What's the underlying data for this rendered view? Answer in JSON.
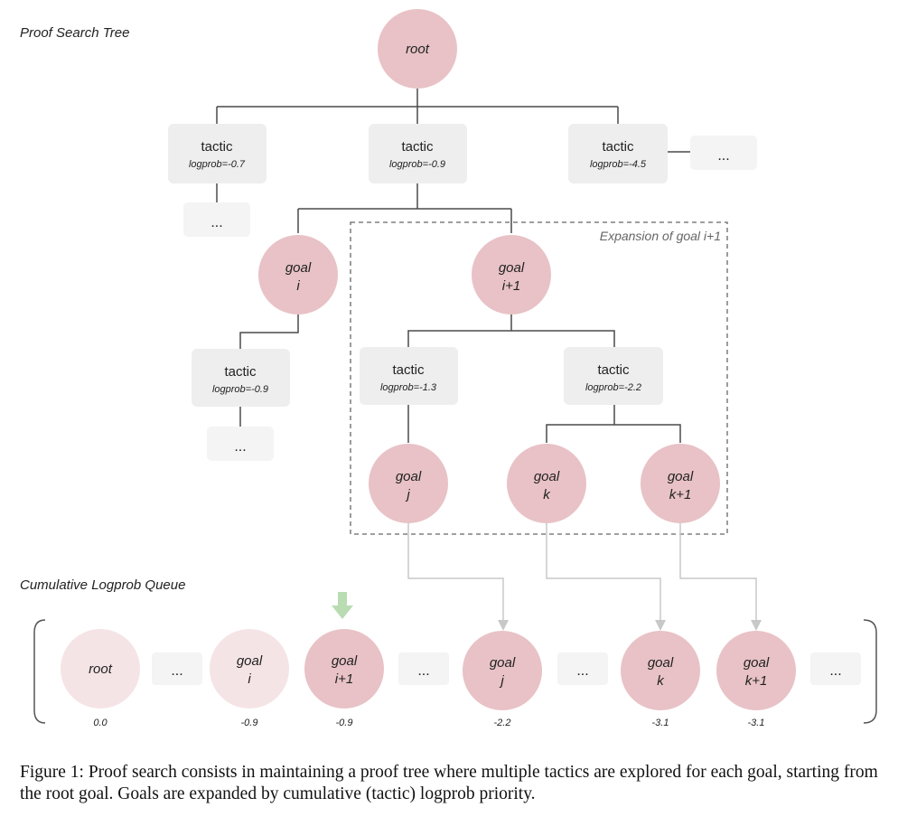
{
  "titles": {
    "tree": "Proof Search Tree",
    "queue": "Cumulative Logprob Queue",
    "expansion_box": "Expansion of goal i+1"
  },
  "tree": {
    "root": "root",
    "tactic_label": "tactic",
    "ellipsis": "...",
    "tactics": {
      "t1": "logprob=-0.7",
      "t2": "logprob=-0.9",
      "t3": "logprob=-4.5",
      "t4": "logprob=-0.9",
      "t5": "logprob=-1.3",
      "t6": "logprob=-2.2"
    },
    "goals": {
      "g_i": [
        "goal",
        "i"
      ],
      "g_i1": [
        "goal",
        "i+1"
      ],
      "g_j": [
        "goal",
        "j"
      ],
      "g_k": [
        "goal",
        "k"
      ],
      "g_k1": [
        "goal",
        "k+1"
      ]
    }
  },
  "queue": {
    "ellipsis": "...",
    "items": [
      {
        "lines": [
          "root"
        ],
        "score": "0.0"
      },
      {
        "lines": [
          "goal",
          "i"
        ],
        "score": "-0.9"
      },
      {
        "lines": [
          "goal",
          "i+1"
        ],
        "score": "-0.9"
      },
      {
        "lines": [
          "goal",
          "j"
        ],
        "score": "-2.2"
      },
      {
        "lines": [
          "goal",
          "k"
        ],
        "score": "-3.1"
      },
      {
        "lines": [
          "goal",
          "k+1"
        ],
        "score": "-3.1"
      }
    ]
  },
  "caption": "Figure 1: Proof search consists in maintaining a proof tree where multiple tactics are explored for each goal, starting from the root goal. Goals are expanded by cumulative (tactic) logprob priority.",
  "colors": {
    "goal": "#e8c2c6",
    "goal_faded": "#f5e4e6",
    "tactic_box": "#eeeeee",
    "ellipsis_box": "#f4f4f4",
    "edge": "#4a4a4a",
    "arrow": "#c8c8c8",
    "pointer": "#b9dcb3",
    "dashed_box": "#666666"
  }
}
